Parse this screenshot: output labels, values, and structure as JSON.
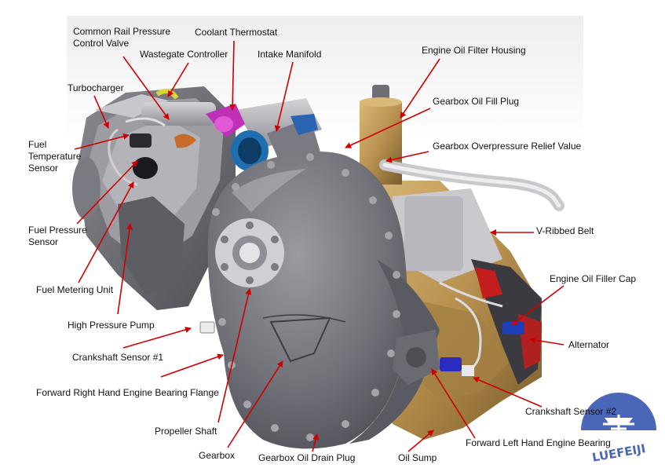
{
  "figure": {
    "labels": {
      "common_rail": "Common Rail Pressure\nControl Valve",
      "coolant_thermostat": "Coolant Thermostat",
      "wastegate": "Wastegate Controller",
      "intake_manifold": "Intake Manifold",
      "oil_filter_housing": "Engine Oil Filter Housing",
      "turbocharger": "Turbocharger",
      "gearbox_oil_fill": "Gearbox Oil Fill Plug",
      "fuel_temp": "Fuel\nTemperature\nSensor",
      "gearbox_overpressure": "Gearbox Overpressure Relief Value",
      "vribbed_belt": "V-Ribbed Belt",
      "fuel_pressure": "Fuel Pressure\nSensor",
      "oil_filler_cap": "Engine Oil Filler Cap",
      "fuel_metering": "Fuel Metering Unit",
      "high_pressure_pump": "High Pressure Pump",
      "alternator": "Alternator",
      "crank_sensor_1": "Crankshaft Sensor #1",
      "fwd_right_bearing": "Forward Right Hand Engine Bearing Flange",
      "crank_sensor_2": "Crankshaft Sensor #2",
      "propeller_shaft": "Propeller Shaft",
      "fwd_left_bearing": "Forward Left Hand Engine Bearing",
      "gearbox": "Gearbox",
      "gearbox_drain": "Gearbox Oil Drain Plug",
      "oil_sump": "Oil Sump"
    },
    "watermark": "LUEFEIJI",
    "colors": {
      "arrow": "#d10000",
      "gearbox_body": "#6f6f76",
      "gold": "#b89257",
      "blue_part": "#1f6fb0",
      "magenta_part": "#c02fb8",
      "logo_blue": "#4a67b8"
    }
  }
}
